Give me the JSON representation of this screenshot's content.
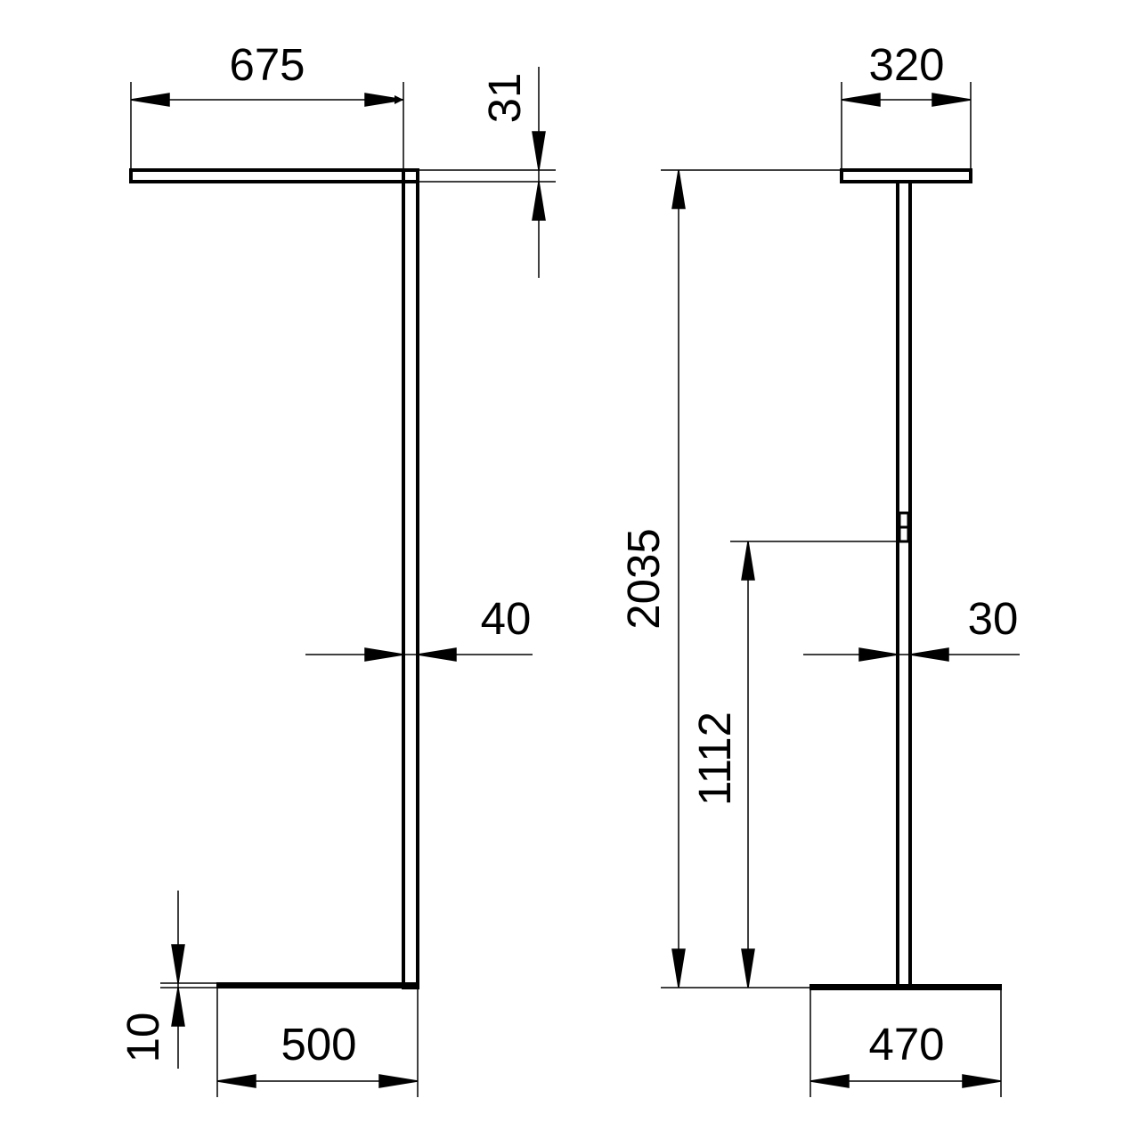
{
  "dimensions": {
    "left_arm_length": "675",
    "left_arm_thickness": "31",
    "left_pole_width": "40",
    "left_base_length": "500",
    "left_base_thickness": "10",
    "total_height": "2035",
    "right_head_width": "320",
    "right_pole_width": "30",
    "switch_height": "1112",
    "right_base_width": "470"
  }
}
